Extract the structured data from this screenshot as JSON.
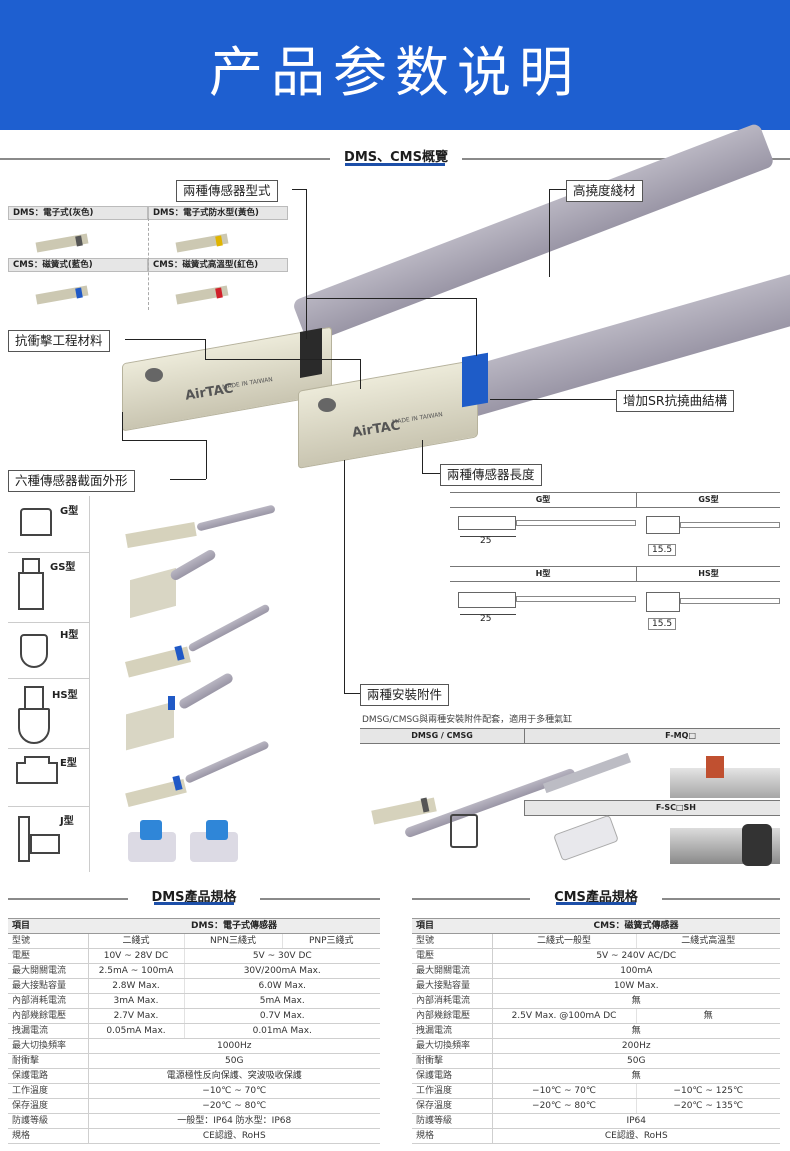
{
  "banner": {
    "title": "产品参数说明"
  },
  "overview": {
    "title": "DMS、CMS概覽",
    "callouts": {
      "two_types": "兩種傳感器型式",
      "flex_cable": "高撓度綫材",
      "impact_material": "抗衝擊工程材料",
      "sr_structure": "增加SR抗撓曲結構",
      "six_sections": "六種傳感器截面外形",
      "two_lengths": "兩種傳感器長度",
      "two_accessories": "兩種安裝附件"
    },
    "sensor_brand": "AirTAC",
    "sensor_print": "MADE IN TAIWAN",
    "types": [
      "DMS：電子式(灰色)",
      "DMS：電子式防水型(黃色)",
      "CMS：磁簧式(藍色)",
      "CMS：磁簧式高溫型(紅色)"
    ],
    "shapes": [
      "G型",
      "GS型",
      "H型",
      "HS型",
      "E型",
      "J型"
    ],
    "lengths": {
      "headers": [
        "G型",
        "GS型",
        "H型",
        "HS型"
      ],
      "dims": [
        "25",
        "15.5",
        "25",
        "15.5"
      ]
    },
    "accessory_note": "DMSG/CMSG與兩種安裝附件配套，適用于多種氣缸",
    "accessory_headers": [
      "DMSG / CMSG",
      "F-MQ□",
      "F-SC□SH"
    ]
  },
  "dms": {
    "title": "DMS產品規格",
    "header": [
      "項目",
      "DMS：電子式傳感器"
    ],
    "rows": [
      [
        "型號",
        "二綫式",
        "NPN三綫式",
        "PNP三綫式"
      ],
      [
        "電壓",
        "10V ~ 28V DC",
        "5V ~ 30V DC"
      ],
      [
        "最大開關電流",
        "2.5mA ~ 100mA",
        "30V/200mA  Max."
      ],
      [
        "最大接點容量",
        "2.8W Max.",
        "6.0W Max."
      ],
      [
        "內部消耗電流",
        "3mA Max.",
        "5mA Max."
      ],
      [
        "內部幾餘電壓",
        "2.7V Max.",
        "0.7V Max."
      ],
      [
        "拽漏電流",
        "0.05mA Max.",
        "0.01mA Max."
      ],
      [
        "最大切換頻率",
        "1000Hz"
      ],
      [
        "耐衝擊",
        "50G"
      ],
      [
        "保護電路",
        "電源極性反向保護、突波吸收保護"
      ],
      [
        "工作溫度",
        "−10℃ ~ 70℃"
      ],
      [
        "保存溫度",
        "−20℃ ~ 80℃"
      ],
      [
        "防護等級",
        "一般型：IP64    防水型：IP68"
      ],
      [
        "規格",
        "CE認證、RoHS"
      ]
    ]
  },
  "cms": {
    "title": "CMS產品規格",
    "header": [
      "項目",
      "CMS：磁簧式傳感器"
    ],
    "rows": [
      [
        "型號",
        "二綫式一般型",
        "二綫式高溫型"
      ],
      [
        "電壓",
        "5V ~ 240V AC/DC"
      ],
      [
        "最大開關電流",
        "100mA"
      ],
      [
        "最大接點容量",
        "10W  Max."
      ],
      [
        "內部消耗電流",
        "無"
      ],
      [
        "內部幾餘電壓",
        "2.5V Max. @100mA DC",
        "無"
      ],
      [
        "拽漏電流",
        "無"
      ],
      [
        "最大切換頻率",
        "200Hz"
      ],
      [
        "耐衝擊",
        "50G"
      ],
      [
        "保護電路",
        "無"
      ],
      [
        "工作溫度",
        "−10℃ ~ 70℃",
        "−10℃ ~ 125℃"
      ],
      [
        "保存溫度",
        "−20℃ ~ 80℃",
        "−20℃ ~ 135℃"
      ],
      [
        "防護等級",
        "IP64"
      ],
      [
        "規格",
        "CE認證、RoHS"
      ]
    ]
  }
}
